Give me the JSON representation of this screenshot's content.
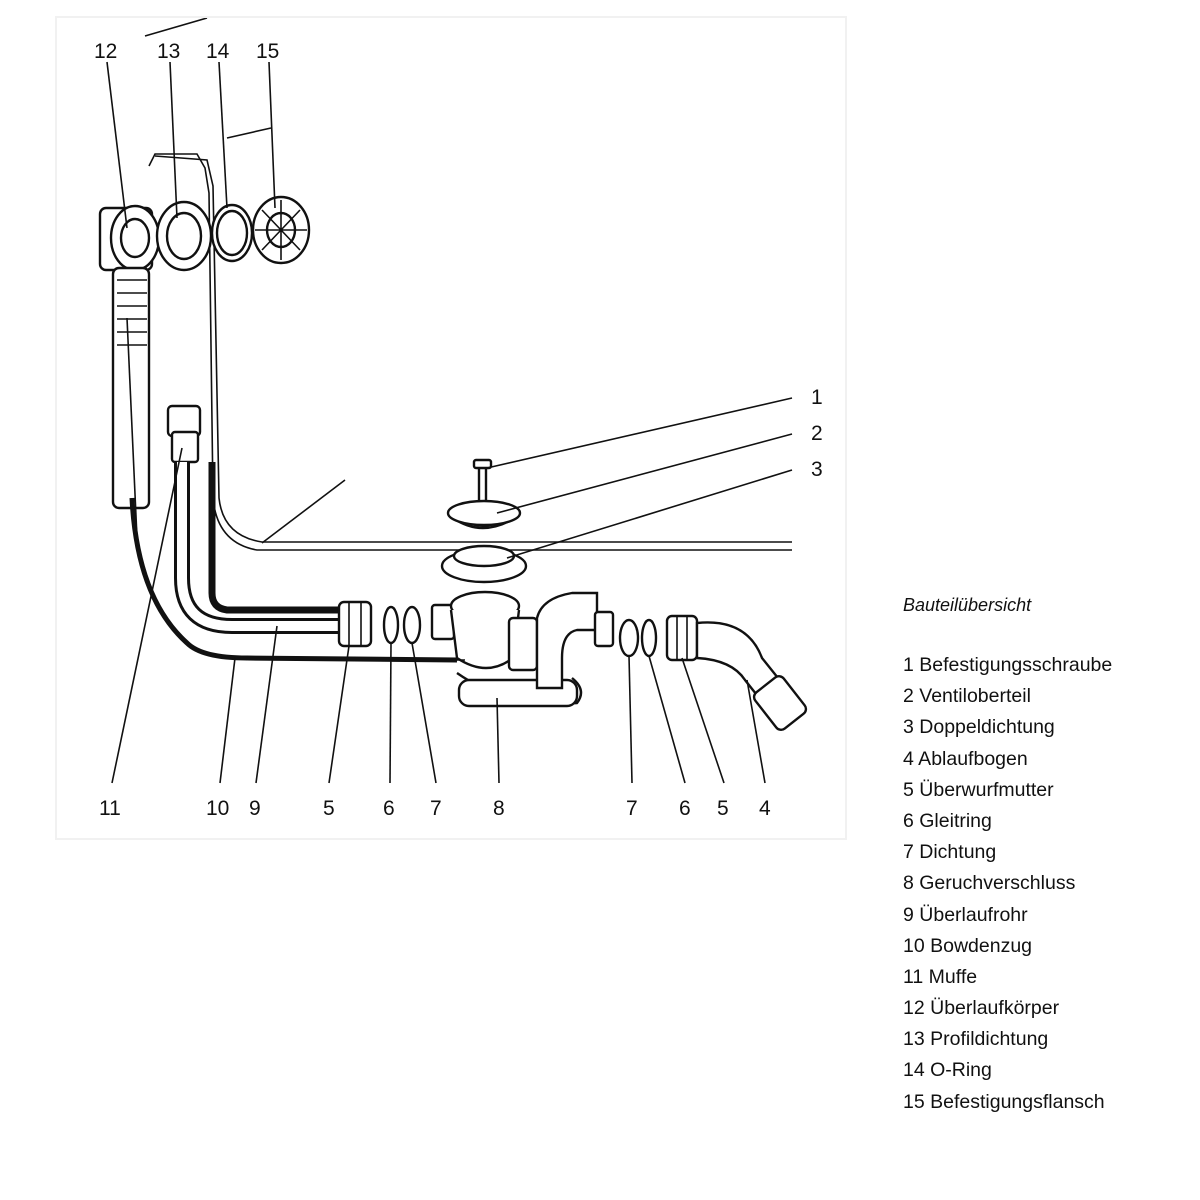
{
  "legend": {
    "title": "Bauteilübersicht",
    "items": [
      "1 Befestigungsschraube",
      "2 Ventiloberteil",
      "3 Doppeldichtung",
      "4 Ablaufbogen",
      "5 Überwurfmutter",
      "6 Gleitring",
      "7 Dichtung",
      "8 Geruchverschluss",
      "9 Überlaufrohr",
      "10 Bowdenzug",
      "11 Muffe",
      "12 Überlaufkörper",
      "13 Profildichtung",
      "14 O-Ring",
      "15 Befestigungsflansch"
    ]
  },
  "callouts": {
    "n1": "1",
    "n2": "2",
    "n3": "3",
    "n4": "4",
    "n5": "5",
    "n6": "6",
    "n7": "7",
    "n8": "8",
    "n9": "9",
    "n10": "10",
    "n11": "11",
    "n12": "12",
    "n13": "13",
    "n14": "14",
    "n15": "15"
  }
}
